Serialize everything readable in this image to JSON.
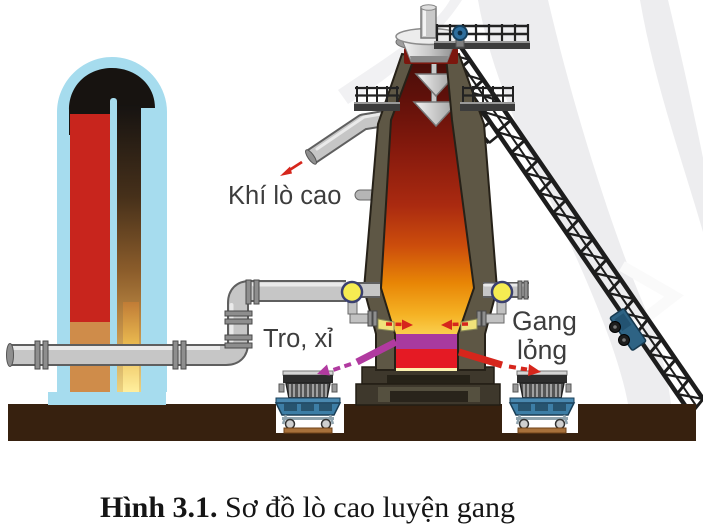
{
  "figure_labels": {
    "gas": "Khí lò cao",
    "slag": "Tro, xỉ",
    "iron1": "Gang",
    "iron2": "lỏng"
  },
  "caption": {
    "number": "Hình 3.1.",
    "title": " Sơ đồ lò cao luyện gang"
  },
  "colors": {
    "stove_shell": "#a6dcee",
    "stove_hot_column": "#c8251d",
    "ground": "#37210f",
    "slag_band": "#a83a9f",
    "iron_band": "#e51a24",
    "slag_arrow": "#b13aa0",
    "iron_arrow": "#d6261c",
    "gas_arrow": "#d6261c",
    "blast_arrow": "#d6261c",
    "tuyere_yellow": "#f6ec52",
    "car_body_blue": "#3d7ea6",
    "label_text": "#3d3d3d",
    "caption_text": "#151515"
  }
}
